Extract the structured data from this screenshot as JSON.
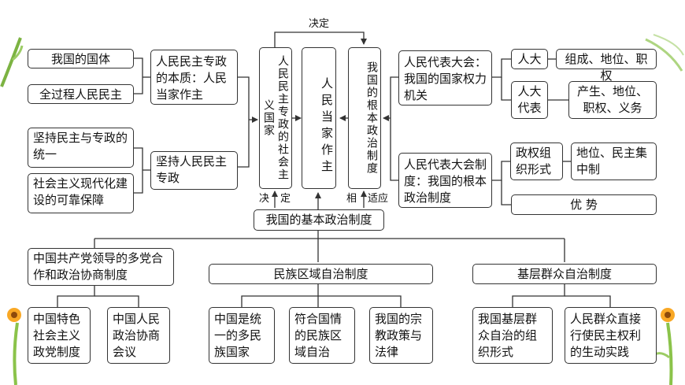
{
  "labels": {
    "decide_top": "决定",
    "decide_left": "决",
    "decide_right": "定",
    "adapt_left": "相",
    "adapt_right": "适应"
  },
  "center": {
    "left_col": "人民民主专政的社会主义国家",
    "mid_col": "人民当家作主",
    "right_col": "我国的根本政治制度",
    "basic_system": "我国的基本政治制度"
  },
  "left": {
    "state_nature": "我国的国体",
    "whole_process": "全过程人民民主",
    "essence": "人民民主专政的本质：人民当家作主",
    "unity": "坚持民主与专政的统一",
    "guarantee": "社会主义现代化建设的可靠保障",
    "adhere": "坚持人民民主专政"
  },
  "right": {
    "npc": "人民代表大会：我国的国家权力机关",
    "npc_short": "人大",
    "npc_attrs": "组成、地位、职权",
    "deputies": "人大代表",
    "deputies_attrs": "产生、地位、职权、义务",
    "npc_system": "人民代表大会制度：我国的根本政治制度",
    "gov_form": "政权组织形式",
    "position": "地位、民主集中制",
    "advantage": "优 势"
  },
  "bottom": {
    "cpc_multi": "中国共产党领导的多党合作和政治协商制度",
    "ethnic": "民族区域自治制度",
    "grassroots": "基层群众自治制度",
    "party_system": "中国特色社会主义政党制度",
    "cppcc": "中国人民政治协商会议",
    "unified": "中国是统一的多民族国家",
    "fits": "符合国情的民族区域自治",
    "religion": "我国的宗教政策与法律",
    "grass_form": "我国基层群众自治的组织形式",
    "direct": "人民群众直接行使民主权利的生动实践"
  }
}
